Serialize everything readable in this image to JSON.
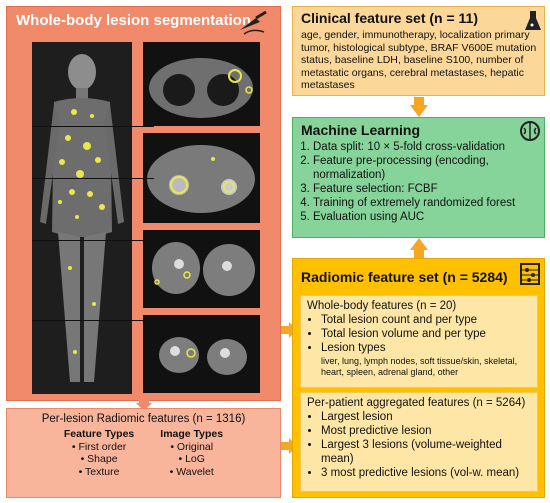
{
  "left": {
    "title": "Whole-body lesion segmentation",
    "perlesion_title": "Per-lesion Radiomic features (n = 1316)",
    "feature_types_header": "Feature Types",
    "feature_types": [
      "First order",
      "Shape",
      "Texture"
    ],
    "image_types_header": "Image Types",
    "image_types": [
      "Original",
      "LoG",
      "Wavelet"
    ]
  },
  "clinical": {
    "title": "Clinical feature set (n = 11)",
    "text": "age, gender, immunotherapy, localization primary tumor, histological subtype, BRAF V600E mutation status, baseline LDH, baseline S100, number of metastatic organs, cerebral metastases, hepatic metastases"
  },
  "ml": {
    "title": "Machine Learning",
    "steps": [
      "Data split: 10 × 5-fold cross-validation",
      "Feature pre-processing (encoding, normalization)",
      "Feature selection: FCBF",
      "Training of extremely randomized forest",
      "Evaluation using AUC"
    ]
  },
  "radiomic": {
    "title": "Radiomic feature set (n = 5284)",
    "wholebody_title": "Whole-body features (n = 20)",
    "wholebody_items": [
      "Total lesion count and per type",
      "Total lesion volume and per type",
      "Lesion types"
    ],
    "lesion_types_detail": "liver, lung, lymph nodes, soft tissue/skin, skeletal, heart, spleen, adrenal gland, other",
    "perpatient_title": "Per-patient aggregated features (n = 5264)",
    "perpatient_items": [
      "Largest lesion",
      "Most predictive lesion",
      "Largest 3 lesions (volume-weighted mean)",
      "3 most predictive lesions (vol-w. mean)"
    ]
  },
  "colors": {
    "left_panel": "#f08a6b",
    "clinical": "#fbd89a",
    "ml": "#86d49a",
    "radiomic": "#ffc000",
    "arrow": "#f5a623"
  },
  "icons": [
    "scalpel-icon",
    "flask-icon",
    "brain-gear-icon",
    "abacus-icon"
  ]
}
